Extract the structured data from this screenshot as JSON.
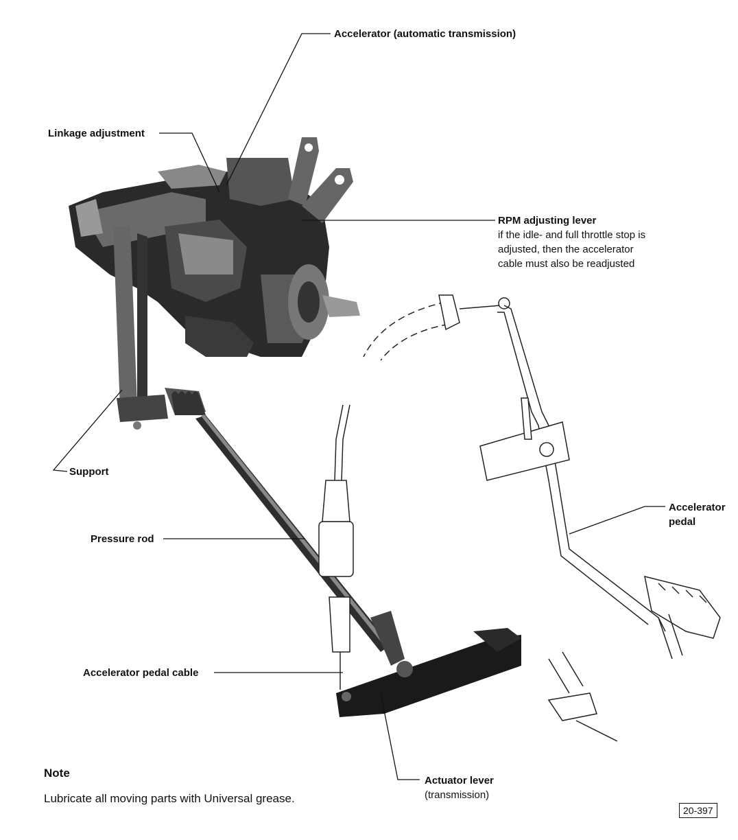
{
  "labels": {
    "accelerator_auto": "Accelerator (automatic transmission)",
    "linkage_adjustment": "Linkage adjustment",
    "rpm_lever_title": "RPM adjusting lever",
    "rpm_lever_desc": "if the idle- and full throttle stop is adjusted, then the accelerator cable must also be readjusted",
    "support": "Support",
    "pressure_rod": "Pressure rod",
    "accelerator_pedal_line1": "Accelerator",
    "accelerator_pedal_line2": "pedal",
    "accelerator_pedal_cable": "Accelerator pedal cable",
    "actuator_lever_title": "Actuator lever",
    "actuator_lever_sub": "(transmission)"
  },
  "note": {
    "title": "Note",
    "text": "Lubricate all moving parts with Universal grease."
  },
  "figure_number": "20-397"
}
